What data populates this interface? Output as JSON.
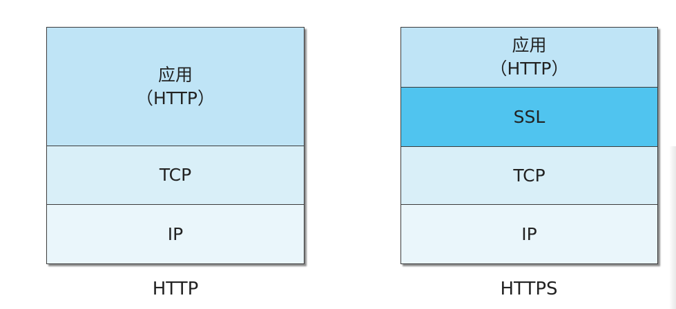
{
  "diagram": {
    "http_stack": {
      "caption": "HTTP",
      "layers": {
        "app_line1": "应用",
        "app_line2": "（HTTP）",
        "tcp": "TCP",
        "ip": "IP"
      }
    },
    "https_stack": {
      "caption": "HTTPS",
      "layers": {
        "app_line1": "应用",
        "app_line2": "（HTTP）",
        "ssl": "SSL",
        "tcp": "TCP",
        "ip": "IP"
      }
    },
    "colors": {
      "application_layer": "#bfe4f6",
      "ssl_layer": "#50c4ef",
      "tcp_layer": "#d9eff8",
      "ip_layer": "#eaf6fb",
      "border": "#3a3a3a"
    }
  }
}
